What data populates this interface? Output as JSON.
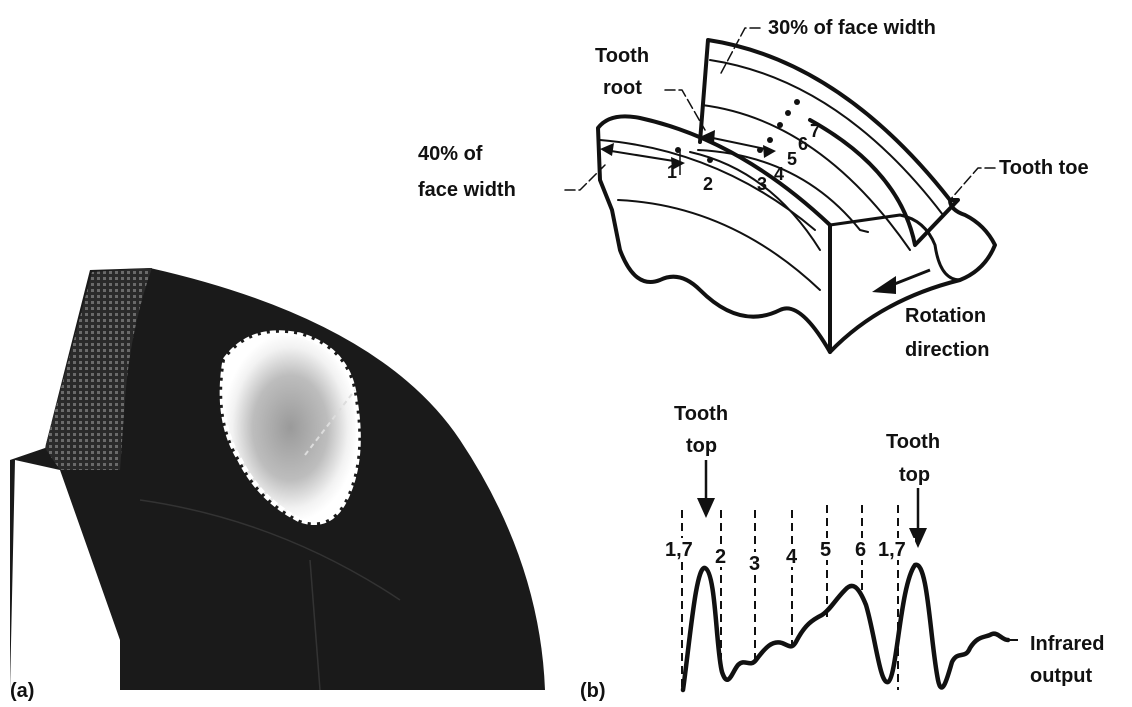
{
  "panel_a": {
    "label": "(a)"
  },
  "panel_b": {
    "label": "(b)",
    "gear": {
      "face_width_30": "30% of face width",
      "tooth_root": [
        "Tooth",
        "root"
      ],
      "face_width_40": [
        "40% of",
        "face width"
      ],
      "tooth_toe": "Tooth toe",
      "rotation": [
        "Rotation",
        "direction"
      ],
      "points": [
        "1",
        "2",
        "3",
        "4",
        "5",
        "6",
        "7"
      ]
    },
    "signal": {
      "tooth_top_left": [
        "Tooth",
        "top"
      ],
      "tooth_top_right": [
        "Tooth",
        "top"
      ],
      "markers": [
        "1,7",
        "2",
        "3",
        "4",
        "5",
        "6",
        "1,7"
      ],
      "output": [
        "Infrared",
        "output"
      ]
    }
  },
  "colors": {
    "ink": "#111111",
    "background": "#ffffff",
    "gear_dark": "#1a1a1a",
    "hotspot": "#e8e8e8"
  }
}
